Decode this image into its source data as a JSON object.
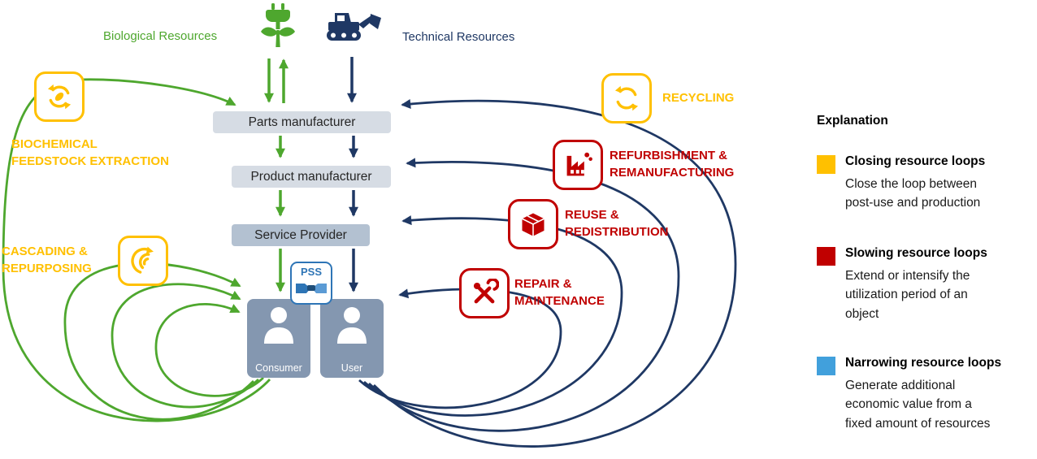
{
  "title": "Circular economy resource loops diagram",
  "colors": {
    "green": "#4ea72e",
    "navy": "#1f3864",
    "yellow": "#ffc000",
    "red": "#c00000",
    "blue": "#41a0dc",
    "pss_blue": "#2e75b6"
  },
  "resources": {
    "biological": "Biological Resources",
    "technical": "Technical Resources"
  },
  "chain": {
    "parts_manufacturer": "Parts manufacturer",
    "product_manufacturer": "Product manufacturer",
    "service_provider": "Service Provider",
    "consumer": "Consumer",
    "user": "User",
    "pss": "PSS"
  },
  "loops": {
    "biochemical": "BIOCHEMICAL\nFEEDSTOCK EXTRACTION",
    "cascading": "CASCADING &\nREPURPOSING",
    "recycling": "RECYCLING",
    "refurbishment": "REFURBISHMENT &\nREMANUFACTURING",
    "reuse": "REUSE &\nREDISTRIBUTION",
    "repair": "REPAIR &\nMAINTENANCE"
  },
  "legend": {
    "title": "Explanation",
    "items": [
      {
        "color": "#ffc000",
        "label": "Closing resource loops",
        "desc": "Close the loop between\npost-use and production"
      },
      {
        "color": "#c00000",
        "label": "Slowing resource loops",
        "desc": "Extend or intensify the\nutilization period of an\nobject"
      },
      {
        "color": "#41a0dc",
        "label": "Narrowing resource loops",
        "desc": "Generate additional\neconomic value from a\nfixed amount of resources"
      }
    ]
  }
}
